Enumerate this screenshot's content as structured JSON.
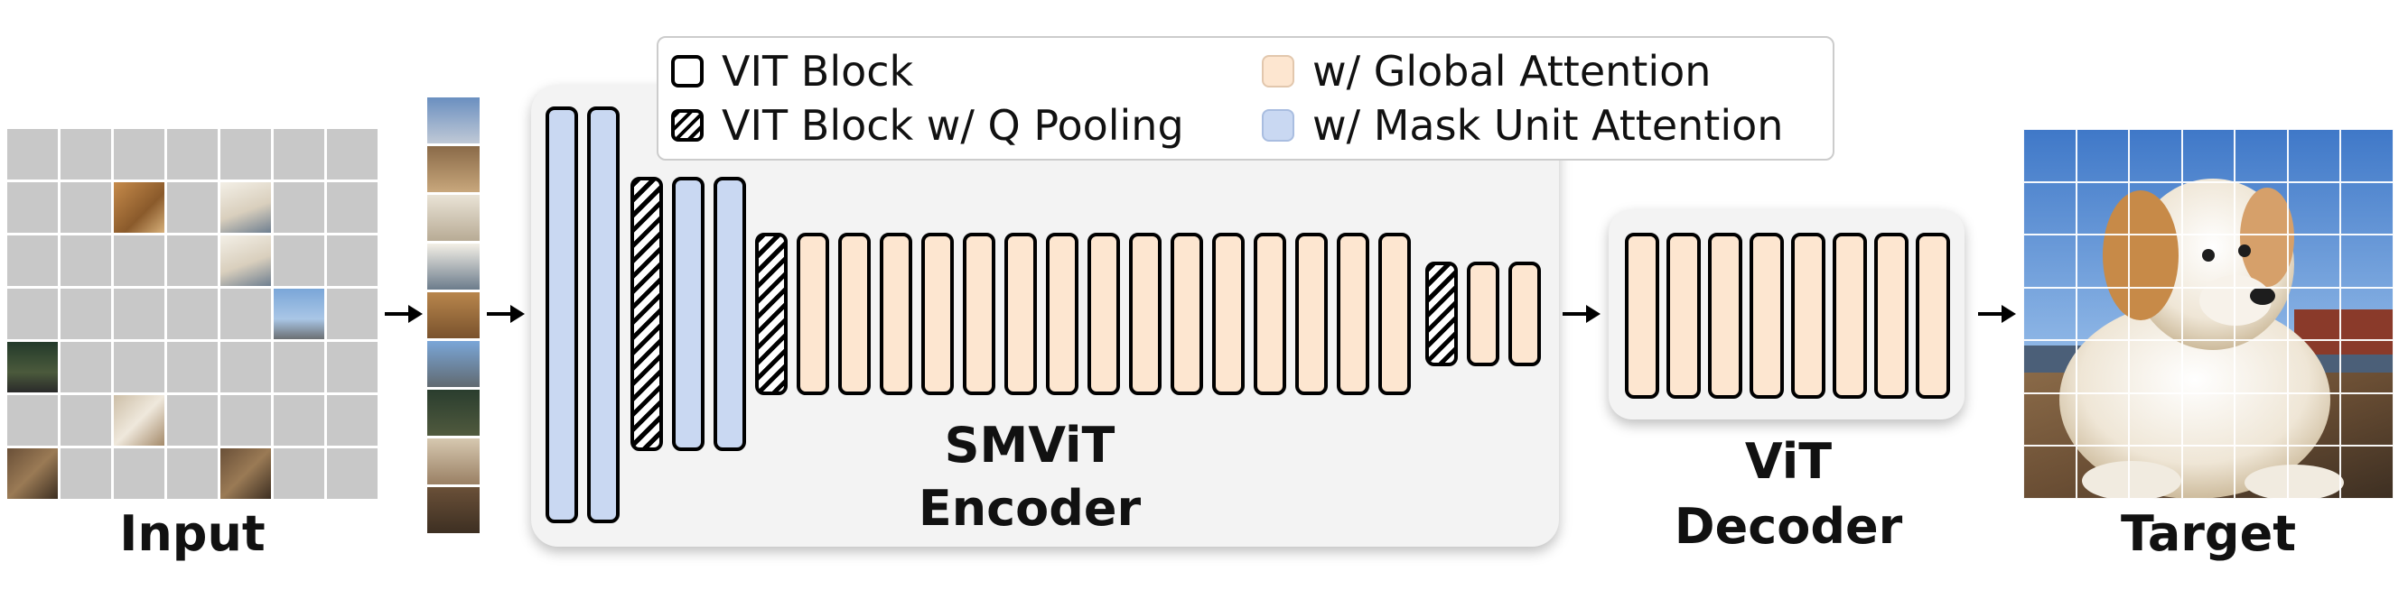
{
  "labels": {
    "input": "Input",
    "target": "Target",
    "encoder_line1": "SMViT",
    "encoder_line2": "Encoder",
    "decoder_line1": "ViT",
    "decoder_line2": "Decoder"
  },
  "legend": {
    "vit_block": "VIT Block",
    "vit_block_q_pooling": "VIT Block w/ Q Pooling",
    "global_attention": "w/ Global Attention",
    "mask_unit_attention": "w/ Mask Unit Attention"
  },
  "colors": {
    "global_attention": "#fde6d0",
    "mask_unit_attention": "#c9d8f2",
    "panel": "#f3f3f3"
  }
}
